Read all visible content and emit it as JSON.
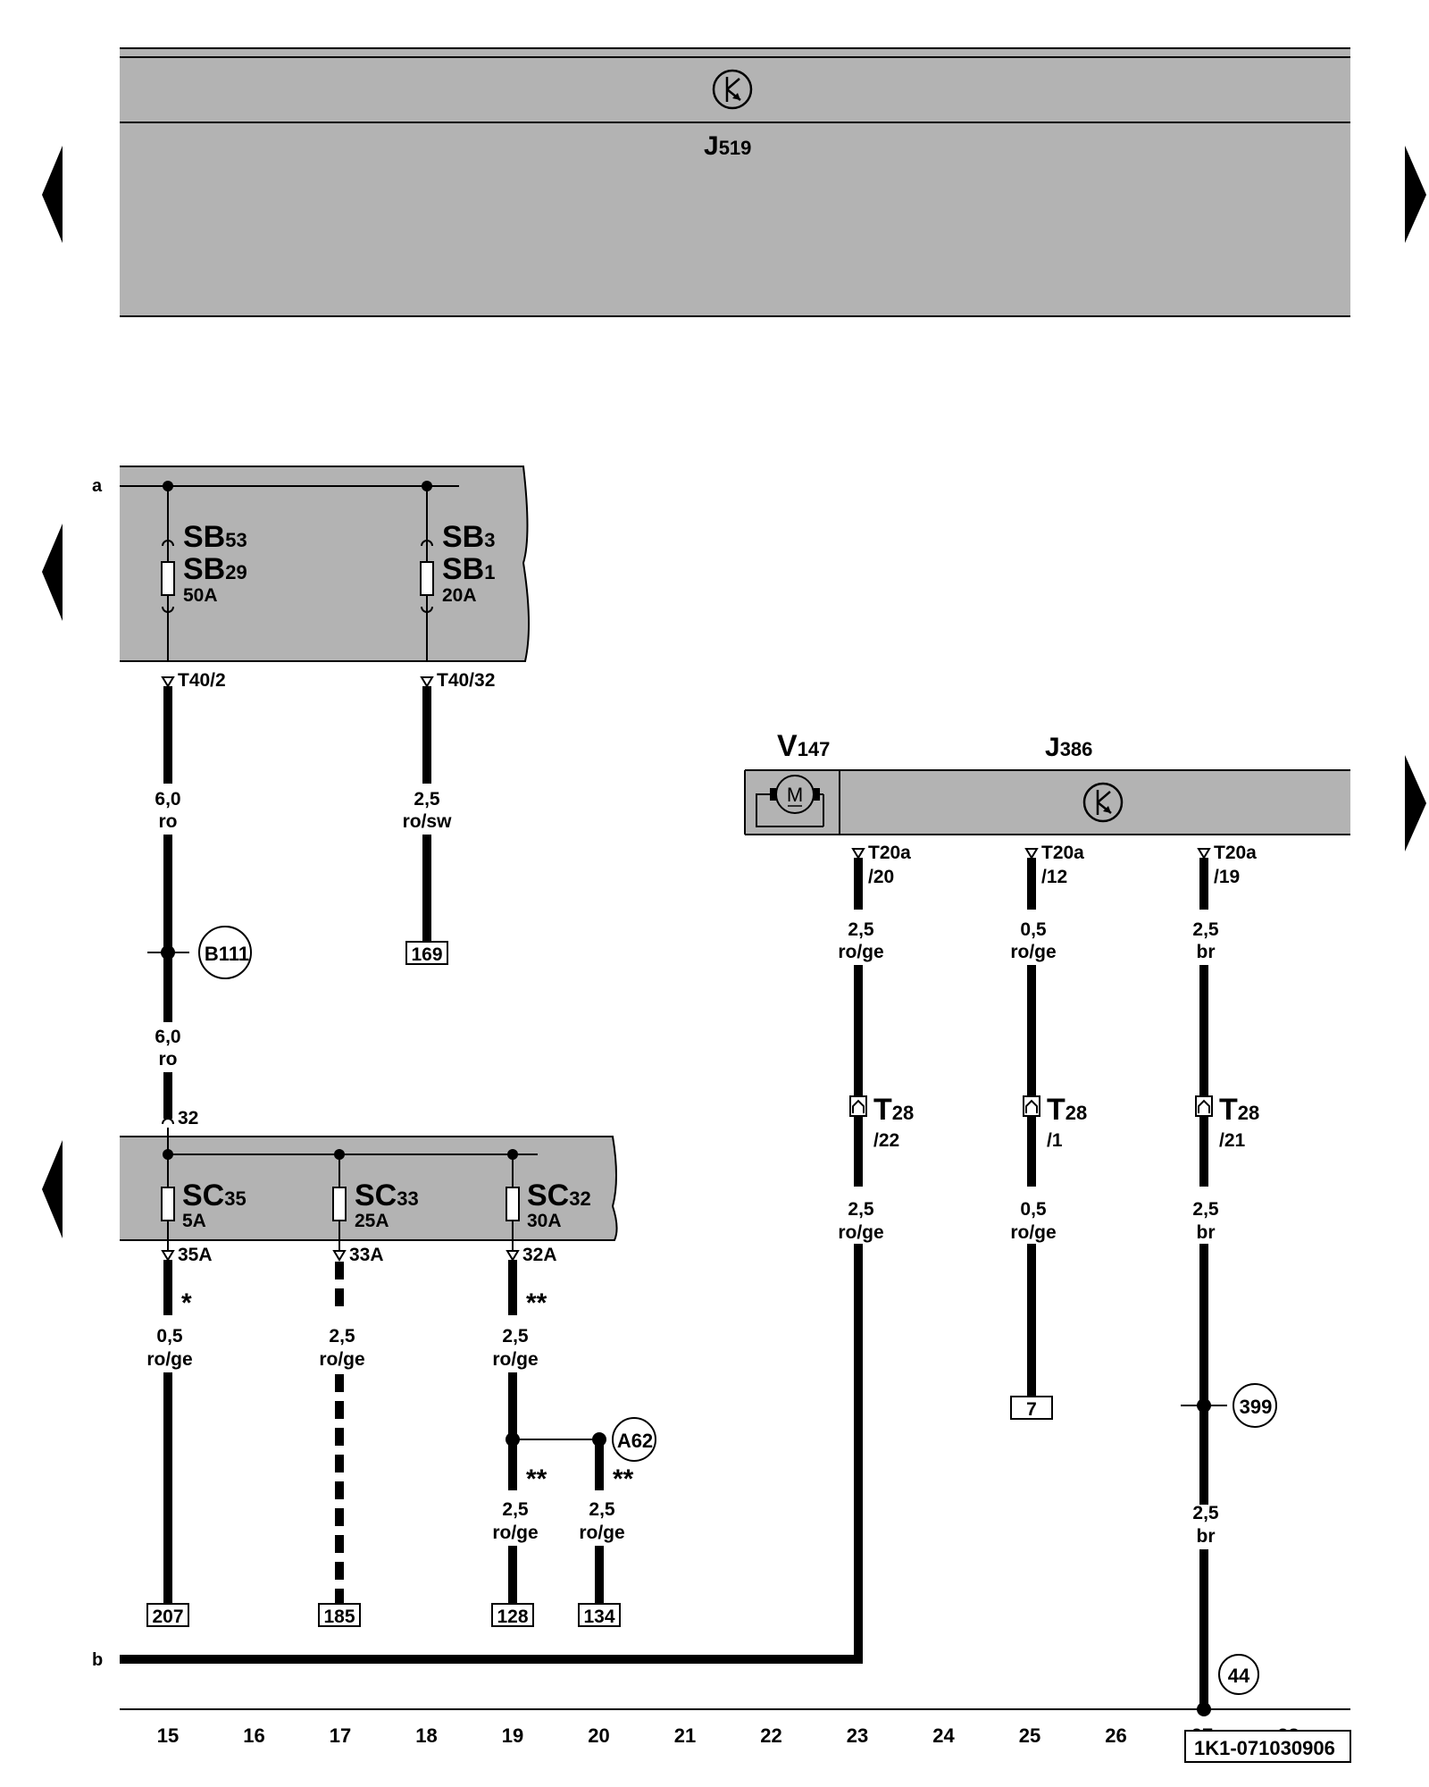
{
  "components": {
    "j519": {
      "name": "J",
      "sub": "519"
    },
    "v147": {
      "name": "V",
      "sub": "147",
      "motor_letter": "M"
    },
    "j386": {
      "name": "J",
      "sub": "386"
    }
  },
  "fuses": [
    {
      "a": "SB",
      "a_sub": "53",
      "b": "SB",
      "b_sub": "29",
      "rating": "50A"
    },
    {
      "a": "SB",
      "a_sub": "3",
      "b": "SB",
      "b_sub": "1",
      "rating": "20A"
    },
    {
      "a": "SC",
      "a_sub": "35",
      "rating": "5A"
    },
    {
      "a": "SC",
      "a_sub": "33",
      "rating": "25A"
    },
    {
      "a": "SC",
      "a_sub": "32",
      "rating": "30A"
    }
  ],
  "rails": {
    "a": "a",
    "b": "b"
  },
  "connectors": {
    "t40_2": "T40/2",
    "t40_32": "T40/32",
    "pin32": "32",
    "pin35a": "35A",
    "pin33a": "33A",
    "pin32a": "32A",
    "t20a_20": [
      "T20a",
      "/20"
    ],
    "t20a_12": [
      "T20a",
      "/12"
    ],
    "t20a_19": [
      "T20a",
      "/19"
    ],
    "t28_22": [
      "T",
      "28",
      "/22"
    ],
    "t28_1": [
      "T",
      "28",
      "/1"
    ],
    "t28_21": [
      "T",
      "28",
      "/21"
    ]
  },
  "wires": {
    "w15a": [
      "6,0",
      "ro"
    ],
    "w15b": [
      "6,0",
      "ro"
    ],
    "w18": [
      "2,5",
      "ro/sw"
    ],
    "w15c": [
      "0,5",
      "ro/ge"
    ],
    "w17": [
      "2,5",
      "ro/ge"
    ],
    "w19a": [
      "2,5",
      "ro/ge"
    ],
    "w19b": [
      "2,5",
      "ro/ge"
    ],
    "w20": [
      "2,5",
      "ro/ge"
    ],
    "w23a": [
      "2,5",
      "ro/ge"
    ],
    "w23b": [
      "2,5",
      "ro/ge"
    ],
    "w25a": [
      "0,5",
      "ro/ge"
    ],
    "w25b": [
      "0,5",
      "ro/ge"
    ],
    "w27a": [
      "2,5",
      "br"
    ],
    "w27b": [
      "2,5",
      "br"
    ],
    "w27c": [
      "2,5",
      "br"
    ]
  },
  "marks": {
    "single": "*",
    "double": "**"
  },
  "refs": {
    "r169": "169",
    "r207": "207",
    "r185": "185",
    "r128": "128",
    "r134": "134",
    "r7": "7"
  },
  "circles": {
    "b111": "B111",
    "a62": "A62",
    "c399": "399",
    "c44": "44"
  },
  "grid": [
    "15",
    "16",
    "17",
    "18",
    "19",
    "20",
    "21",
    "22",
    "23",
    "24",
    "25",
    "26",
    "27",
    "28"
  ],
  "diagram_id": "1K1-071030906"
}
